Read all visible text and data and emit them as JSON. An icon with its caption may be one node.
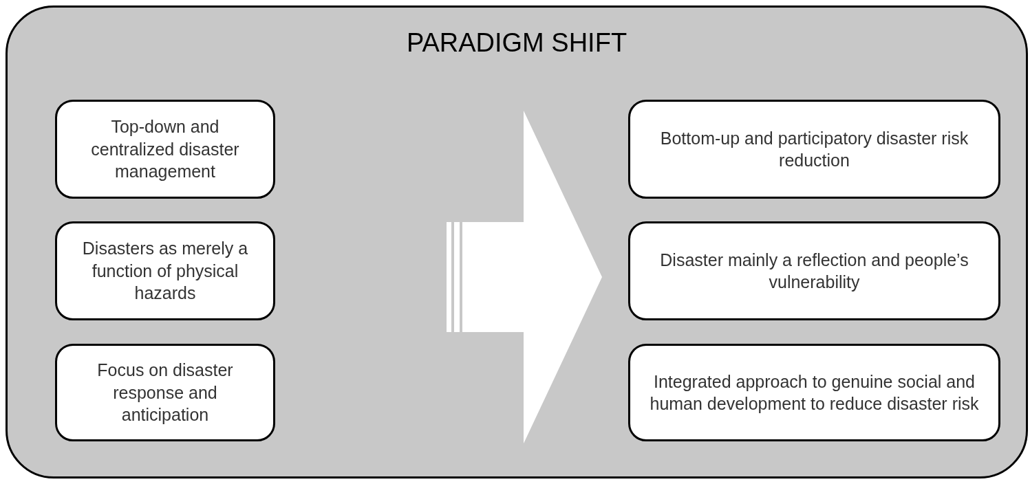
{
  "diagram": {
    "nodes": [
      {
        "text": [
          "PARADIGM SHIFT"
        ]
      },
      {
        "text": [
          "Top-down and centralized disaster management"
        ],
        "in": 0
      },
      {
        "text": [
          "Disasters as merely a function of physical hazards"
        ],
        "in": 0
      },
      {
        "text": [
          "Focus on disaster response and anticipation"
        ],
        "in": 0
      },
      {
        "text": [
          "Bottom-up and participatory disaster risk reduction"
        ],
        "in": 0
      },
      {
        "text": [
          "Disaster mainly a reflection and people’s vulnerability"
        ],
        "in": 0
      },
      {
        "text": [
          "Integrated approach to genuine social and human development to reduce disaster risk"
        ],
        "in": 0
      }
    ]
  }
}
